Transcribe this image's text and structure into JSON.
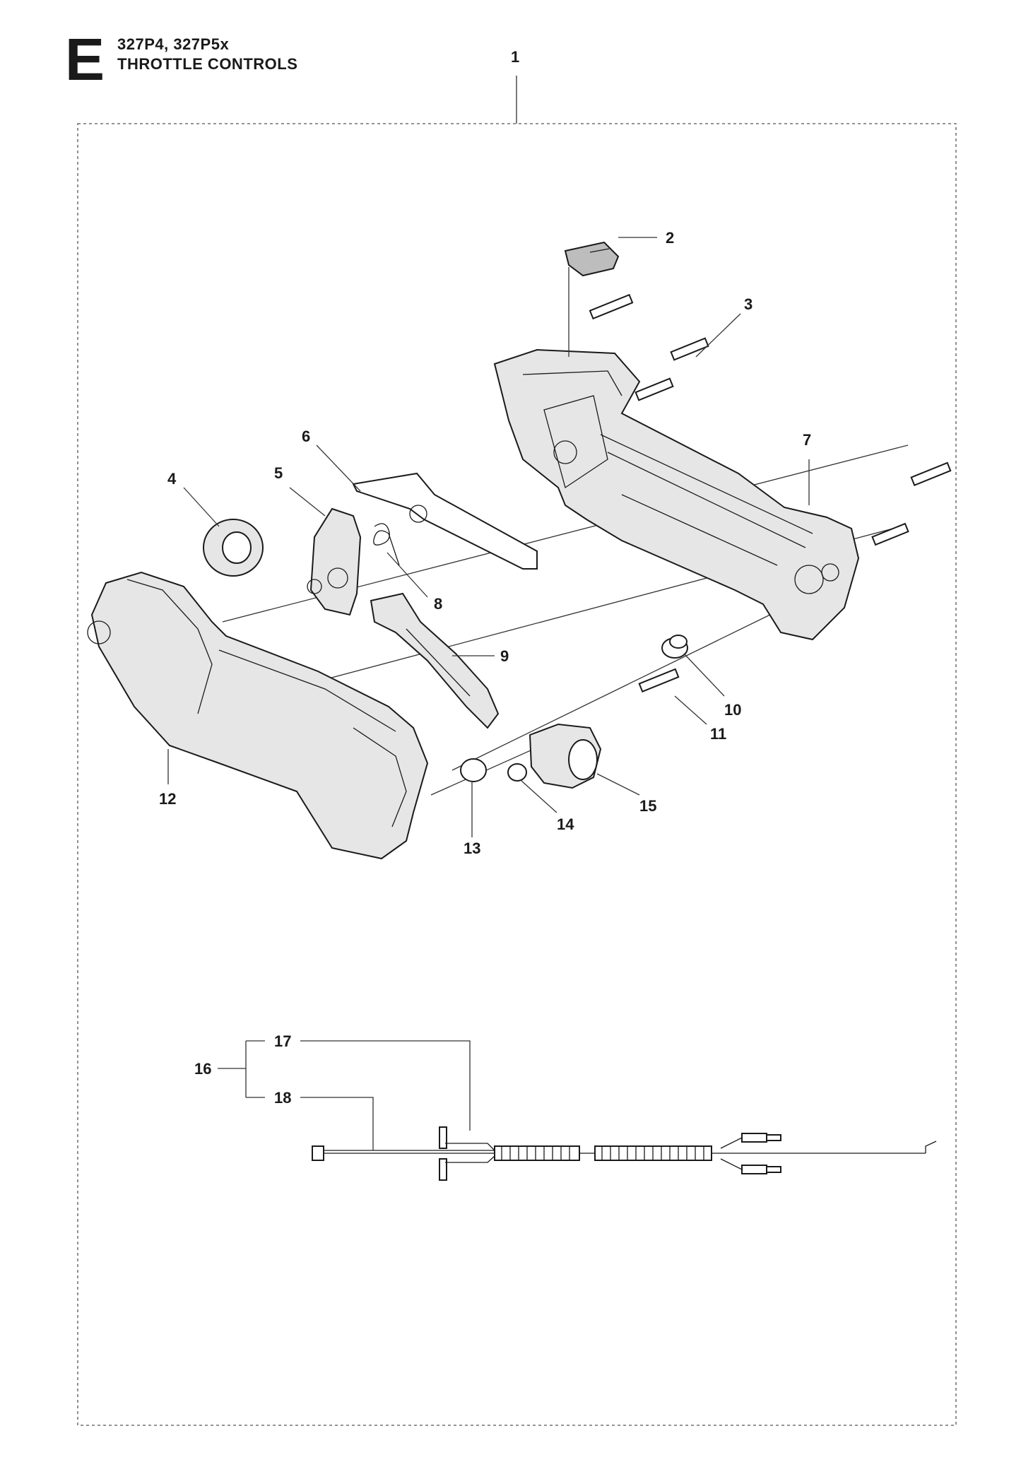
{
  "header": {
    "section_letter": "E",
    "model_line": "327P4, 327P5x",
    "title_line": "THROTTLE CONTROLS"
  },
  "callouts": {
    "c1": "1",
    "c2": "2",
    "c3": "3",
    "c4": "4",
    "c5": "5",
    "c6": "6",
    "c7": "7",
    "c8": "8",
    "c9": "9",
    "c10": "10",
    "c11": "11",
    "c12": "12",
    "c13": "13",
    "c14": "14",
    "c15": "15",
    "c16": "16",
    "c17": "17",
    "c18": "18"
  }
}
